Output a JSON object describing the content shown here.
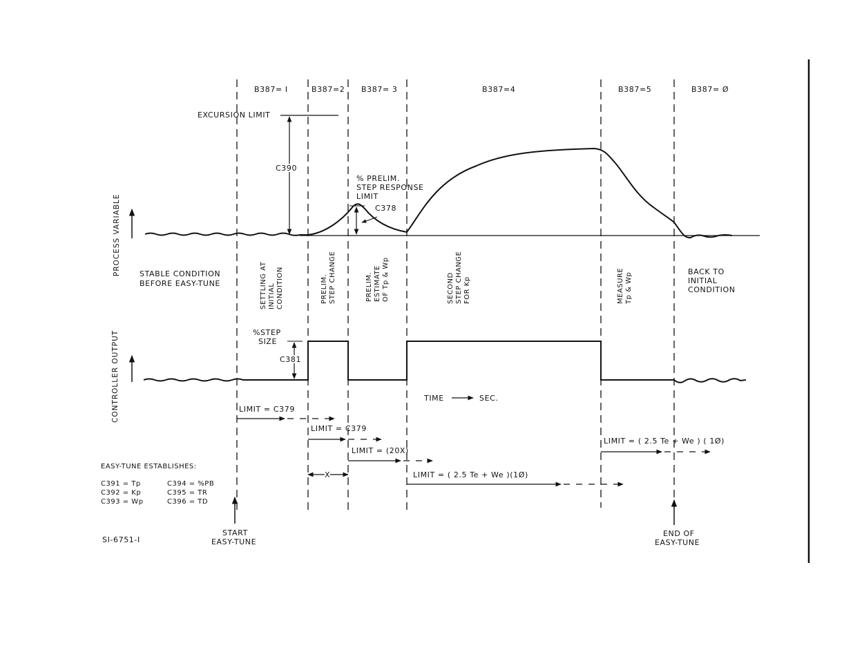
{
  "phases": [
    {
      "label": "B387= I"
    },
    {
      "label": "B387=2"
    },
    {
      "label": "B387= 3"
    },
    {
      "label": "B387=4"
    },
    {
      "label": "B387=5"
    },
    {
      "label": "B387= Ø"
    }
  ],
  "axes": {
    "process_variable": "PROCESS VARIABLE",
    "controller_output": "CONTROLLER OUTPUT"
  },
  "annotations": {
    "excursion_limit": "EXCURSION LIMIT",
    "c390": "C390",
    "prelim_limit": [
      "% PRELIM.",
      "STEP RESPONSE",
      "LIMIT"
    ],
    "c378": "C378",
    "step_size": [
      "%STEP",
      "SIZE"
    ],
    "c381": "C381",
    "time_label": "TIME",
    "sec_label": "SEC.",
    "stable_condition": [
      "STABLE CONDITION",
      "BEFORE EASY-TUNE"
    ],
    "back_to": [
      "BACK TO",
      "INITIAL",
      "CONDITION"
    ]
  },
  "vertical_notes": {
    "settling": [
      "SETTLING AT",
      "INITIAL",
      "CONDITION"
    ],
    "prelim_step": [
      "PRELIM.",
      "STEP CHANGE"
    ],
    "prelim_estimate": [
      "PRELIM.",
      "ESTIMATE",
      "OF Tp & Wp"
    ],
    "second_step": [
      "SECOND",
      "STEP CHANGE",
      "FOR Kp"
    ],
    "measure": [
      "MEASURE",
      "Tp & Wp"
    ]
  },
  "limits": {
    "limit1": "LIMIT = C379",
    "limit2": "LIMIT =  C379",
    "limit3": "LIMIT = (20X)",
    "limit4": "LIMIT = ( 2.5 Te + We )(1Ø)",
    "limit5": "LIMIT = ( 2.5 Te + We ) ( 1Ø)",
    "x_label": "X"
  },
  "establishes": {
    "title": "EASY-TUNE ESTABLISHES:",
    "left": [
      "C391 = Tp",
      "C392 = Kp",
      "C393 = Wp"
    ],
    "right": [
      "C394 = %PB",
      "C395 = TR",
      "C396 = TD"
    ]
  },
  "markers": {
    "start": [
      "START",
      "EASY-TUNE"
    ],
    "end": [
      "END OF",
      "EASY-TUNE"
    ]
  },
  "figure_id": "SI-6751-I"
}
